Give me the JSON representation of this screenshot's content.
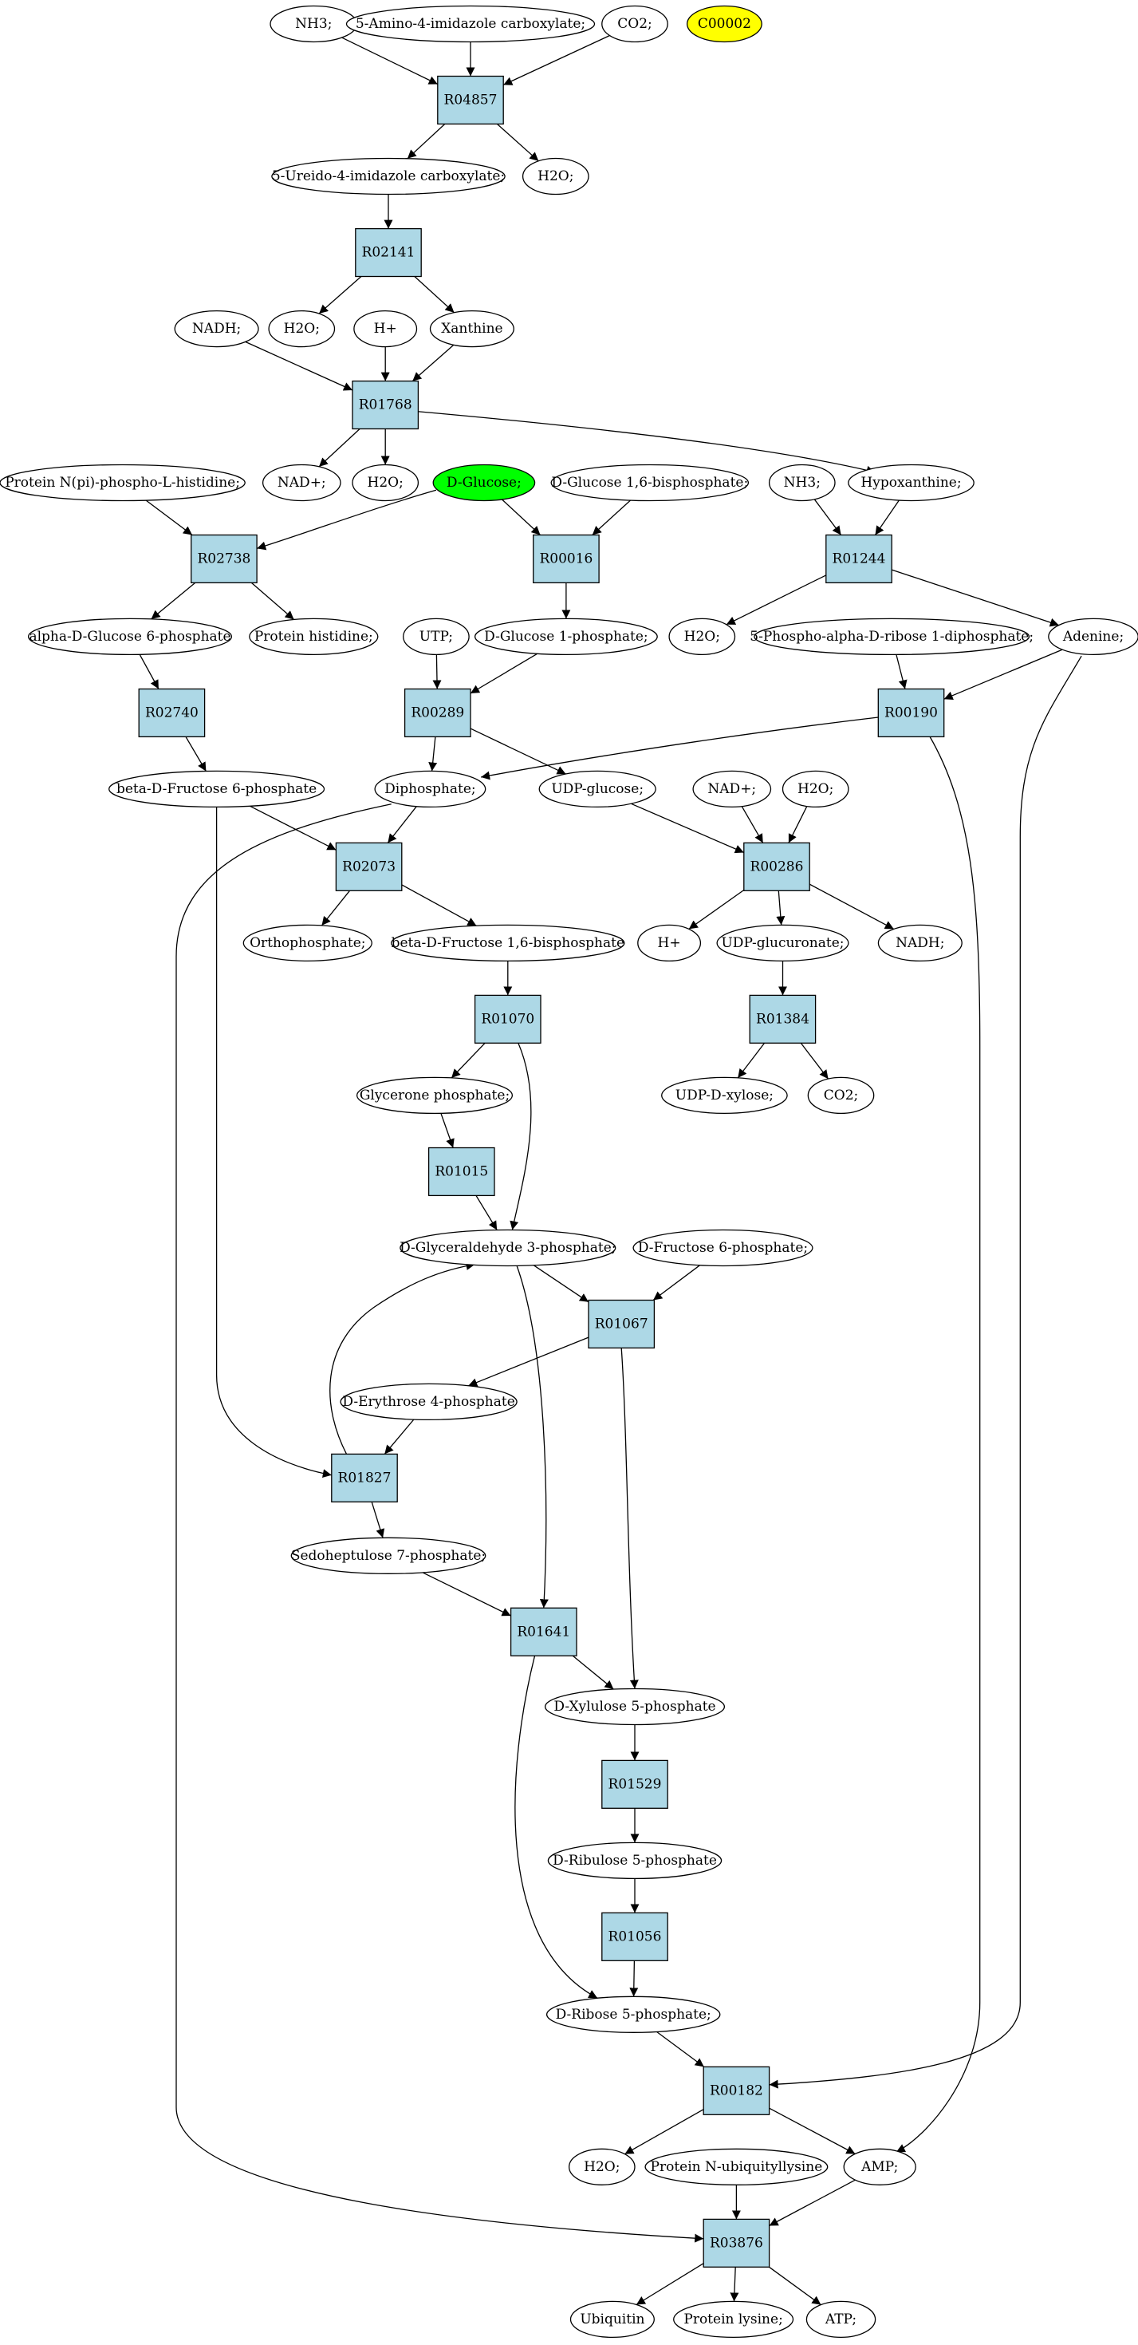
{
  "colors": {
    "reaction_fill": "#add8e6",
    "compound_fill": "#ffffff",
    "highlight_start": "#00ff00",
    "highlight_target": "#ffff00",
    "stroke": "#000000"
  },
  "compounds": [
    {
      "id": "c_nh3_a",
      "label": "NH3;"
    },
    {
      "id": "c_amino_imid",
      "label": "5-Amino-4-imidazole carboxylate;"
    },
    {
      "id": "c_co2_a",
      "label": "CO2;"
    },
    {
      "id": "c_c00002",
      "label": "C00002",
      "highlight": "target"
    },
    {
      "id": "c_ureido",
      "label": "5-Ureido-4-imidazole carboxylate;"
    },
    {
      "id": "c_h2o_a",
      "label": "H2O;"
    },
    {
      "id": "c_nadh_a",
      "label": "NADH;"
    },
    {
      "id": "c_h2o_b",
      "label": "H2O;"
    },
    {
      "id": "c_hplus_a",
      "label": "H+"
    },
    {
      "id": "c_xanthine",
      "label": "Xanthine"
    },
    {
      "id": "c_nadp_a",
      "label": "NAD+;"
    },
    {
      "id": "c_h2o_c",
      "label": "H2O;"
    },
    {
      "id": "c_prot_nphis",
      "label": "Protein N(pi)-phospho-L-histidine;"
    },
    {
      "id": "c_dglucose",
      "label": "D-Glucose;",
      "highlight": "start"
    },
    {
      "id": "c_glc16bp",
      "label": "D-Glucose 1,6-bisphosphate;"
    },
    {
      "id": "c_nh3_b",
      "label": "NH3;"
    },
    {
      "id": "c_hypox",
      "label": "Hypoxanthine;"
    },
    {
      "id": "c_aglc6p",
      "label": "alpha-D-Glucose 6-phosphate"
    },
    {
      "id": "c_prothis",
      "label": "Protein histidine;"
    },
    {
      "id": "c_utp",
      "label": "UTP;"
    },
    {
      "id": "c_glc1p",
      "label": "D-Glucose 1-phosphate;"
    },
    {
      "id": "c_h2o_d",
      "label": "H2O;"
    },
    {
      "id": "c_prpp",
      "label": "5-Phospho-alpha-D-ribose 1-diphosphate;"
    },
    {
      "id": "c_adenine",
      "label": "Adenine;"
    },
    {
      "id": "c_bfru6p",
      "label": "beta-D-Fructose 6-phosphate"
    },
    {
      "id": "c_diphos",
      "label": "Diphosphate;"
    },
    {
      "id": "c_udpglc",
      "label": "UDP-glucose;"
    },
    {
      "id": "c_nadp_b",
      "label": "NAD+;"
    },
    {
      "id": "c_h2o_e",
      "label": "H2O;"
    },
    {
      "id": "c_orthophos",
      "label": "Orthophosphate;"
    },
    {
      "id": "c_bfru16bp",
      "label": "beta-D-Fructose 1,6-bisphosphate"
    },
    {
      "id": "c_hplus_b",
      "label": "H+"
    },
    {
      "id": "c_udpglcur",
      "label": "UDP-glucuronate;"
    },
    {
      "id": "c_nadh_b",
      "label": "NADH;"
    },
    {
      "id": "c_udpxyl",
      "label": "UDP-D-xylose;"
    },
    {
      "id": "c_co2_b",
      "label": "CO2;"
    },
    {
      "id": "c_glyceronep",
      "label": "Glycerone phosphate;"
    },
    {
      "id": "c_g3p",
      "label": "D-Glyceraldehyde 3-phosphate;"
    },
    {
      "id": "c_dfru6p",
      "label": "D-Fructose 6-phosphate;"
    },
    {
      "id": "c_ery4p",
      "label": "D-Erythrose 4-phosphate"
    },
    {
      "id": "c_sed7p",
      "label": "Sedoheptulose 7-phosphate;"
    },
    {
      "id": "c_xyl5p",
      "label": "D-Xylulose 5-phosphate"
    },
    {
      "id": "c_ribu5p",
      "label": "D-Ribulose 5-phosphate"
    },
    {
      "id": "c_rib5p",
      "label": "D-Ribose 5-phosphate;"
    },
    {
      "id": "c_h2o_f",
      "label": "H2O;"
    },
    {
      "id": "c_protubl",
      "label": "Protein N-ubiquityllysine"
    },
    {
      "id": "c_amp",
      "label": "AMP;"
    },
    {
      "id": "c_ubiquitin",
      "label": "Ubiquitin"
    },
    {
      "id": "c_protlys",
      "label": "Protein lysine;"
    },
    {
      "id": "c_atp",
      "label": "ATP;"
    }
  ],
  "reactions": [
    {
      "id": "r_R04857",
      "label": "R04857"
    },
    {
      "id": "r_R02141",
      "label": "R02141"
    },
    {
      "id": "r_R01768",
      "label": "R01768"
    },
    {
      "id": "r_R02738",
      "label": "R02738"
    },
    {
      "id": "r_R00016",
      "label": "R00016"
    },
    {
      "id": "r_R01244",
      "label": "R01244"
    },
    {
      "id": "r_R02740",
      "label": "R02740"
    },
    {
      "id": "r_R00289",
      "label": "R00289"
    },
    {
      "id": "r_R00190",
      "label": "R00190"
    },
    {
      "id": "r_R02073",
      "label": "R02073"
    },
    {
      "id": "r_R00286",
      "label": "R00286"
    },
    {
      "id": "r_R01070",
      "label": "R01070"
    },
    {
      "id": "r_R01384",
      "label": "R01384"
    },
    {
      "id": "r_R01015",
      "label": "R01015"
    },
    {
      "id": "r_R01067",
      "label": "R01067"
    },
    {
      "id": "r_R01827",
      "label": "R01827"
    },
    {
      "id": "r_R01641",
      "label": "R01641"
    },
    {
      "id": "r_R01529",
      "label": "R01529"
    },
    {
      "id": "r_R01056",
      "label": "R01056"
    },
    {
      "id": "r_R00182",
      "label": "R00182"
    },
    {
      "id": "r_R03876",
      "label": "R03876"
    }
  ],
  "edges": [
    [
      "c_nh3_a",
      "r_R04857"
    ],
    [
      "c_amino_imid",
      "r_R04857"
    ],
    [
      "c_co2_a",
      "r_R04857"
    ],
    [
      "r_R04857",
      "c_ureido"
    ],
    [
      "r_R04857",
      "c_h2o_a"
    ],
    [
      "c_ureido",
      "r_R02141"
    ],
    [
      "r_R02141",
      "c_h2o_b"
    ],
    [
      "r_R02141",
      "c_xanthine"
    ],
    [
      "c_nadh_a",
      "r_R01768"
    ],
    [
      "c_hplus_a",
      "r_R01768"
    ],
    [
      "c_xanthine",
      "r_R01768"
    ],
    [
      "r_R01768",
      "c_nadp_a"
    ],
    [
      "r_R01768",
      "c_h2o_c"
    ],
    [
      "r_R01768",
      "c_hypox"
    ],
    [
      "c_prot_nphis",
      "r_R02738"
    ],
    [
      "c_dglucose",
      "r_R02738"
    ],
    [
      "r_R02738",
      "c_aglc6p"
    ],
    [
      "r_R02738",
      "c_prothis"
    ],
    [
      "c_dglucose",
      "r_R00016"
    ],
    [
      "c_glc16bp",
      "r_R00016"
    ],
    [
      "r_R00016",
      "c_glc1p"
    ],
    [
      "c_nh3_b",
      "r_R01244"
    ],
    [
      "c_hypox",
      "r_R01244"
    ],
    [
      "r_R01244",
      "c_h2o_d"
    ],
    [
      "r_R01244",
      "c_adenine"
    ],
    [
      "c_aglc6p",
      "r_R02740"
    ],
    [
      "r_R02740",
      "c_bfru6p"
    ],
    [
      "c_utp",
      "r_R00289"
    ],
    [
      "c_glc1p",
      "r_R00289"
    ],
    [
      "r_R00289",
      "c_diphos"
    ],
    [
      "r_R00289",
      "c_udpglc"
    ],
    [
      "c_prpp",
      "r_R00190"
    ],
    [
      "c_adenine",
      "r_R00190"
    ],
    [
      "r_R00190",
      "c_diphos"
    ],
    [
      "r_R00190",
      "c_amp"
    ],
    [
      "c_bfru6p",
      "r_R02073"
    ],
    [
      "c_diphos",
      "r_R02073"
    ],
    [
      "r_R02073",
      "c_orthophos"
    ],
    [
      "r_R02073",
      "c_bfru16bp"
    ],
    [
      "c_udpglc",
      "r_R00286"
    ],
    [
      "c_nadp_b",
      "r_R00286"
    ],
    [
      "c_h2o_e",
      "r_R00286"
    ],
    [
      "r_R00286",
      "c_hplus_b"
    ],
    [
      "r_R00286",
      "c_udpglcur"
    ],
    [
      "r_R00286",
      "c_nadh_b"
    ],
    [
      "c_bfru16bp",
      "r_R01070"
    ],
    [
      "r_R01070",
      "c_glyceronep"
    ],
    [
      "r_R01070",
      "c_g3p"
    ],
    [
      "c_udpglcur",
      "r_R01384"
    ],
    [
      "r_R01384",
      "c_udpxyl"
    ],
    [
      "r_R01384",
      "c_co2_b"
    ],
    [
      "c_glyceronep",
      "r_R01015"
    ],
    [
      "r_R01015",
      "c_g3p"
    ],
    [
      "c_g3p",
      "r_R01067"
    ],
    [
      "c_dfru6p",
      "r_R01067"
    ],
    [
      "r_R01067",
      "c_ery4p"
    ],
    [
      "r_R01067",
      "c_xyl5p"
    ],
    [
      "c_ery4p",
      "r_R01827"
    ],
    [
      "c_bfru6p",
      "r_R01827"
    ],
    [
      "r_R01827",
      "c_g3p"
    ],
    [
      "r_R01827",
      "c_sed7p"
    ],
    [
      "c_sed7p",
      "r_R01641"
    ],
    [
      "c_g3p",
      "r_R01641"
    ],
    [
      "r_R01641",
      "c_xyl5p"
    ],
    [
      "r_R01641",
      "c_rib5p"
    ],
    [
      "c_xyl5p",
      "r_R01529"
    ],
    [
      "r_R01529",
      "c_ribu5p"
    ],
    [
      "c_ribu5p",
      "r_R01056"
    ],
    [
      "r_R01056",
      "c_rib5p"
    ],
    [
      "c_rib5p",
      "r_R00182"
    ],
    [
      "c_adenine",
      "r_R00182"
    ],
    [
      "r_R00182",
      "c_h2o_f"
    ],
    [
      "r_R00182",
      "c_amp"
    ],
    [
      "c_diphos",
      "r_R03876"
    ],
    [
      "c_protubl",
      "r_R03876"
    ],
    [
      "c_amp",
      "r_R03876"
    ],
    [
      "r_R03876",
      "c_ubiquitin"
    ],
    [
      "r_R03876",
      "c_protlys"
    ],
    [
      "r_R03876",
      "c_atp"
    ]
  ]
}
